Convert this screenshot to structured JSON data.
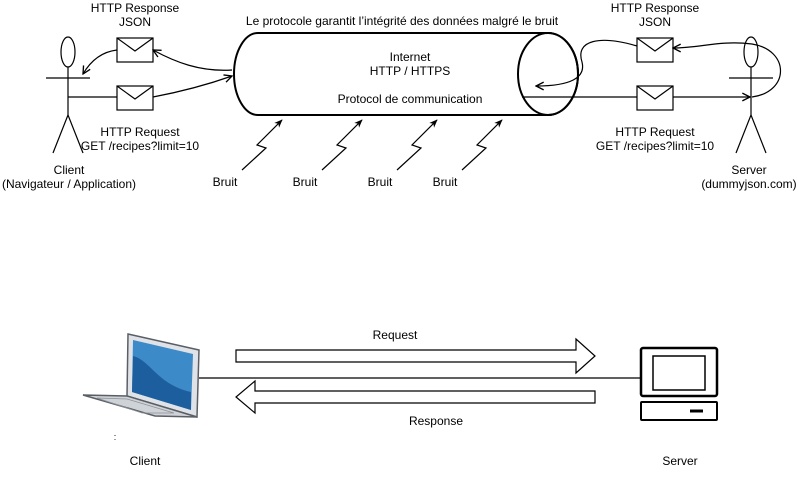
{
  "top_diagram": {
    "banner": "Le protocole garantit l’intégrité des données malgré le bruit",
    "pipe": {
      "line1": "Internet",
      "line2": "HTTP / HTTPS",
      "line3": "Protocol de communication"
    },
    "client": {
      "name": "Client",
      "role": "(Navigateur / Application)",
      "response_title": "HTTP Response",
      "response_format": "JSON",
      "request_title": "HTTP Request",
      "request_path": "GET /recipes?limit=10"
    },
    "server": {
      "name": "Server",
      "host": "(dummyjson.com)",
      "response_title": "HTTP Response",
      "response_format": "JSON",
      "request_title": "HTTP Request",
      "request_path": "GET /recipes?limit=10"
    },
    "noise": [
      "Bruit",
      "Bruit",
      "Bruit",
      "Bruit"
    ]
  },
  "bottom_diagram": {
    "request_label": "Request",
    "response_label": "Response",
    "client_label": "Client",
    "server_label": "Server",
    "small_mark": ":"
  },
  "colors": {
    "stroke": "#000000",
    "screen_blue": "#3d8ac9",
    "screen_dark": "#1d5f9e",
    "laptop_gray": "#cfd3d8",
    "laptop_edge": "#5a5f66"
  }
}
